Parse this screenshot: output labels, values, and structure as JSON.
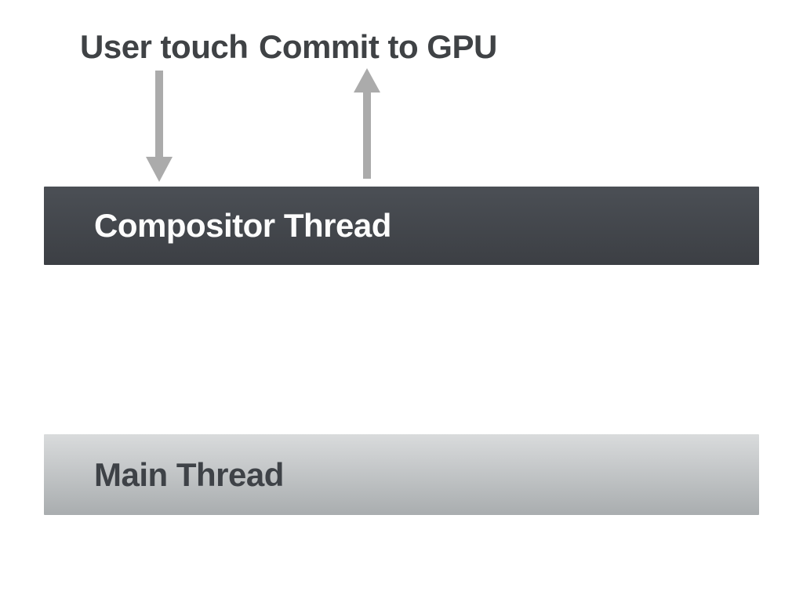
{
  "labels": {
    "user_touch": "User touch",
    "commit_to_gpu": "Commit to GPU"
  },
  "arrows": [
    {
      "name": "user-touch-arrow",
      "direction": "down"
    },
    {
      "name": "commit-to-gpu-arrow",
      "direction": "up"
    }
  ],
  "bars": [
    {
      "label": "Compositor Thread"
    },
    {
      "label": "Main Thread"
    }
  ],
  "colors": {
    "background": "#ffffff",
    "label-text": "#3f4245",
    "arrow": "#ababab",
    "compositor-top": "#4b4f55",
    "compositor-bottom": "#3c3f44",
    "compositor-text": "#fcfcfc",
    "main-top": "#d9dbdc",
    "main-bottom": "#a9adaf",
    "main-text": "#3e4247"
  }
}
